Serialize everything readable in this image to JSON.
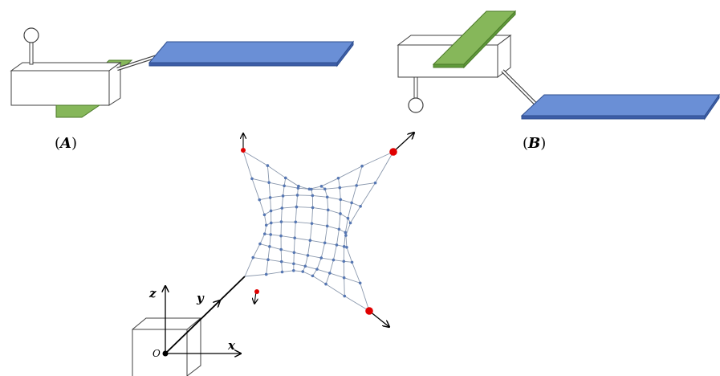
{
  "panels": {
    "a_label": "A",
    "b_label": "B"
  },
  "axes": {
    "x": "x",
    "y": "y",
    "z": "z",
    "origin": "O"
  },
  "colors": {
    "blue_plate": "#6a8fd6",
    "blue_edge": "#2f4f8f",
    "green_plate": "#86b75a",
    "green_edge": "#4c7a2a",
    "mesh_line": "#8a98ad",
    "mesh_node": "#5677b3",
    "anchor": "#e00000"
  }
}
